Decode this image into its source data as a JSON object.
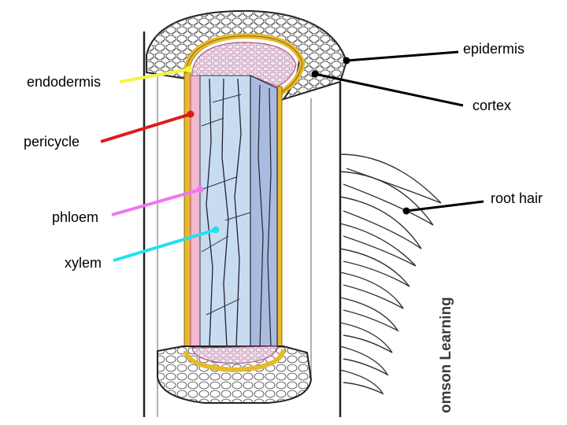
{
  "labels": {
    "epidermis": "epidermis",
    "cortex": "cortex",
    "endodermis": "endodermis",
    "pericycle": "pericycle",
    "root_hair": "root hair",
    "phloem": "phloem",
    "xylem": "xylem"
  },
  "credit": "omson Learning",
  "colors": {
    "epidermis": "#000000",
    "cortex": "#000000",
    "endodermis": "#f5f542",
    "pericycle": "#dd1a1a",
    "root_hair": "#000000",
    "phloem": "#ee77ee",
    "xylem": "#22e0f0",
    "endodermis_band": "#e7b92b",
    "phloem_tissue": "#f2b8d0",
    "xylem_tissue": "#c8dcf0"
  }
}
